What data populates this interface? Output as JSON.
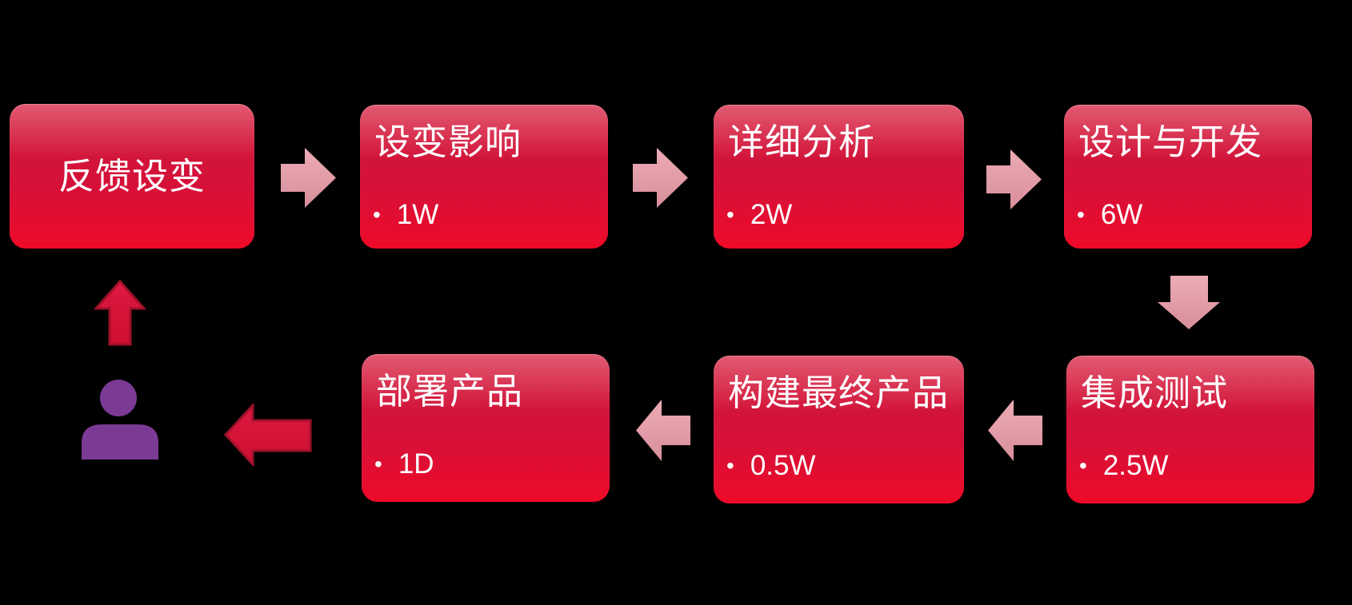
{
  "slide": {
    "background": "#000000",
    "description": "Design-change process flow diagram"
  },
  "colors": {
    "box_gradient_top": "#e25b72",
    "box_gradient_mid": "#d2143a",
    "box_gradient_bottom": "#ee0a28",
    "box_text": "#ffffff",
    "pink_arrow_top": "#ecacb6",
    "pink_arrow_bottom": "#d88e9a",
    "red_arrow_top": "#dd1a41",
    "red_arrow_bottom": "#ce0e33",
    "red_arrow_stroke": "#9e1129",
    "person_purple": "#7b3b95"
  },
  "process": {
    "bullet_char": "•",
    "steps": [
      {
        "title": "反馈设变",
        "duration": ""
      },
      {
        "title": "设变影响",
        "duration": "1W"
      },
      {
        "title": "详细分析",
        "duration": "2W"
      },
      {
        "title": "设计与开发",
        "duration": "6W"
      },
      {
        "title": "集成测试",
        "duration": "2.5W"
      },
      {
        "title": "构建最终产品",
        "duration": "0.5W"
      },
      {
        "title": "部署产品",
        "duration": "1D"
      }
    ]
  }
}
